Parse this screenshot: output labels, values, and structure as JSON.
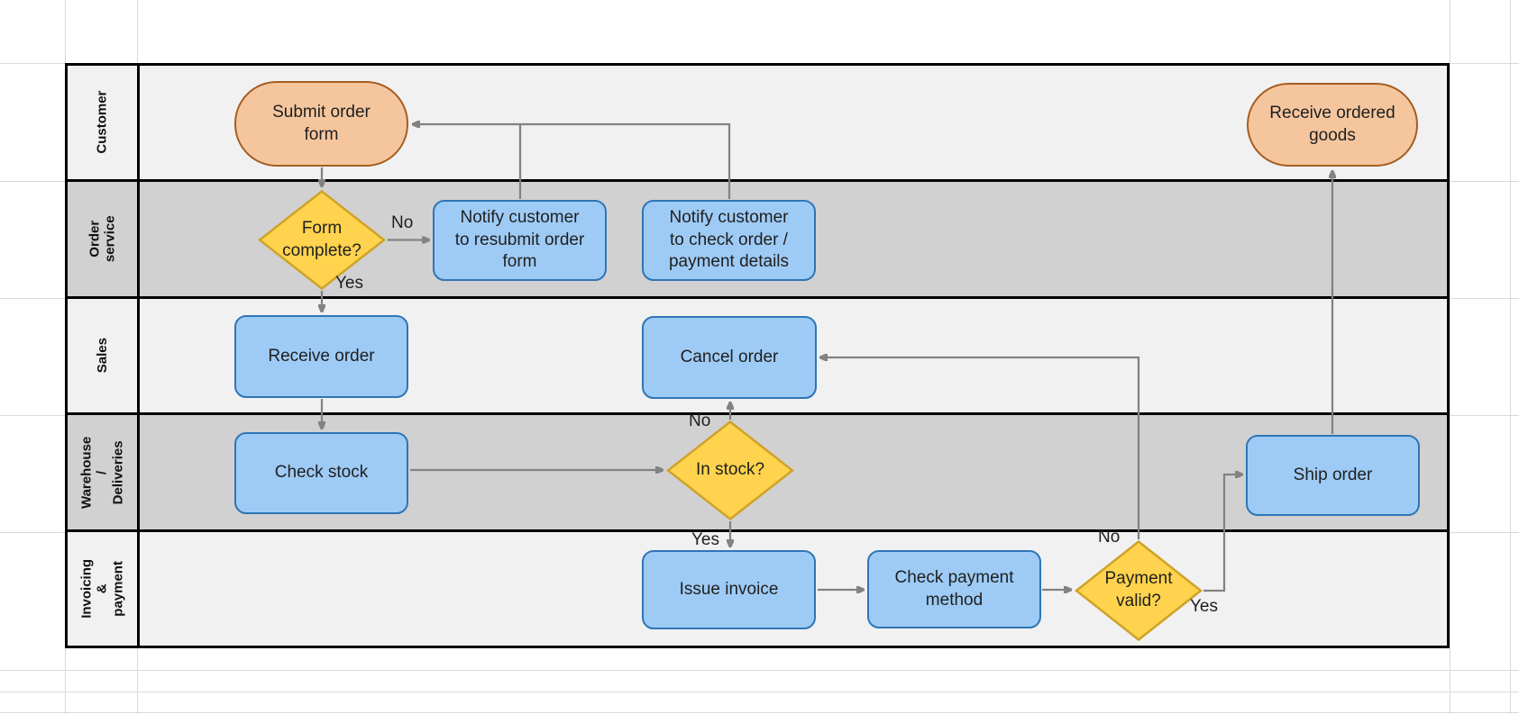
{
  "lanes": [
    {
      "label": "Customer"
    },
    {
      "label": "Order service"
    },
    {
      "label": "Sales"
    },
    {
      "label": "Warehouse /\nDeliveries"
    },
    {
      "label": "Invoicing &\npayment"
    }
  ],
  "nodes": {
    "submit_order": {
      "label": "Submit order\nform",
      "type": "terminator",
      "lane": "Customer"
    },
    "form_complete": {
      "label": "Form complete?",
      "type": "decision",
      "lane": "Order service"
    },
    "notify_resubmit": {
      "label": "Notify customer\nto resubmit order\nform",
      "type": "process",
      "lane": "Order service"
    },
    "notify_check": {
      "label": "Notify customer\nto check order /\npayment details",
      "type": "process",
      "lane": "Order service"
    },
    "receive_order": {
      "label": "Receive order",
      "type": "process",
      "lane": "Sales"
    },
    "cancel_order": {
      "label": "Cancel order",
      "type": "process",
      "lane": "Sales"
    },
    "check_stock": {
      "label": "Check stock",
      "type": "process",
      "lane": "Warehouse / Deliveries"
    },
    "in_stock": {
      "label": "In stock?",
      "type": "decision",
      "lane": "Warehouse / Deliveries"
    },
    "issue_invoice": {
      "label": "Issue invoice",
      "type": "process",
      "lane": "Invoicing & payment"
    },
    "check_payment": {
      "label": "Check payment\nmethod",
      "type": "process",
      "lane": "Invoicing & payment"
    },
    "payment_valid": {
      "label": "Payment\nvalid?",
      "type": "decision",
      "lane": "Invoicing & payment"
    },
    "ship_order": {
      "label": "Ship order",
      "type": "process",
      "lane": "Warehouse / Deliveries"
    },
    "receive_goods": {
      "label": "Receive ordered\ngoods",
      "type": "terminator",
      "lane": "Customer"
    }
  },
  "edges": [
    {
      "from": "submit_order",
      "to": "form_complete",
      "label": ""
    },
    {
      "from": "form_complete",
      "to": "notify_resubmit",
      "label": "No"
    },
    {
      "from": "form_complete",
      "to": "receive_order",
      "label": "Yes"
    },
    {
      "from": "notify_resubmit",
      "to": "submit_order",
      "label": ""
    },
    {
      "from": "notify_check",
      "to": "submit_order",
      "label": ""
    },
    {
      "from": "receive_order",
      "to": "check_stock",
      "label": ""
    },
    {
      "from": "check_stock",
      "to": "in_stock",
      "label": ""
    },
    {
      "from": "in_stock",
      "to": "cancel_order",
      "label": "No"
    },
    {
      "from": "in_stock",
      "to": "issue_invoice",
      "label": "Yes"
    },
    {
      "from": "issue_invoice",
      "to": "check_payment",
      "label": ""
    },
    {
      "from": "check_payment",
      "to": "payment_valid",
      "label": ""
    },
    {
      "from": "payment_valid",
      "to": "cancel_order",
      "label": "No"
    },
    {
      "from": "payment_valid",
      "to": "ship_order",
      "label": "Yes"
    },
    {
      "from": "ship_order",
      "to": "receive_goods",
      "label": ""
    }
  ],
  "edge_labels": {
    "form_complete_no": "No",
    "form_complete_yes": "Yes",
    "in_stock_no": "No",
    "in_stock_yes": "Yes",
    "payment_valid_no": "No",
    "payment_valid_yes": "Yes"
  },
  "colors": {
    "lane-light": "#f1f1f1",
    "lane-dark": "#d2d1d1",
    "frame": "#000000",
    "process-fill": "#9ecbf5",
    "process-border": "#2e75b6",
    "decision-fill": "#ffd34d",
    "decision-border": "#cfa228",
    "terminator-fill": "#f5c69e",
    "terminator-border": "#a55d20",
    "connector": "#828282",
    "gridline": "#d9d9d9",
    "text": "#1f1f1f"
  }
}
